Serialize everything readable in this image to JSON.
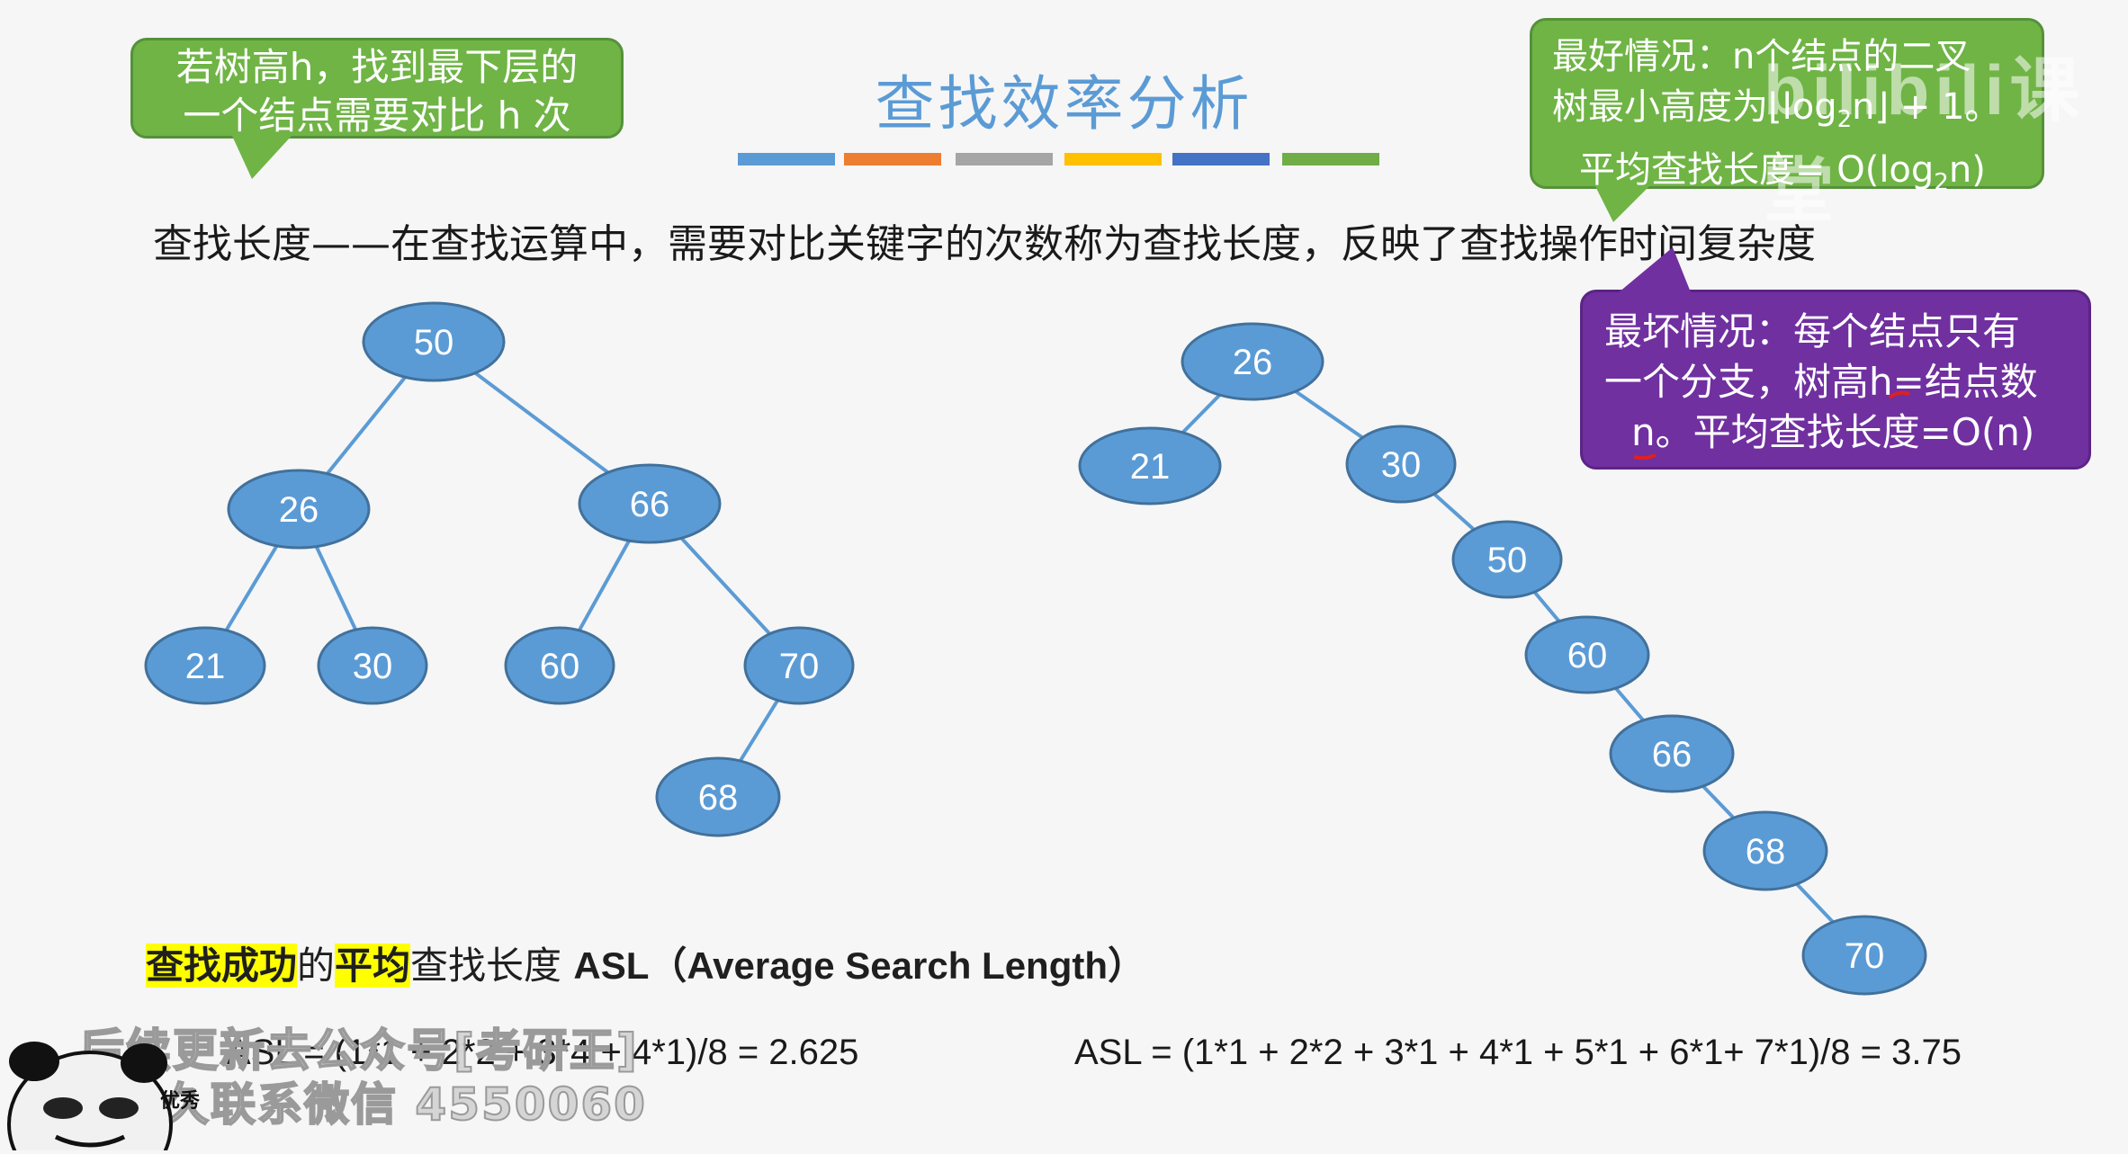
{
  "title": "查找效率分析",
  "color_bar_colors": [
    "#5b9bd5",
    "#ed7d31",
    "#a5a5a5",
    "#ffc000",
    "#4472c4",
    "#70ad47"
  ],
  "definition": "查找长度——在查找运算中，需要对比关键字的次数称为查找长度，反映了查找操作时间复杂度",
  "callout_height": {
    "line1": "若树高h，找到最下层的",
    "line2": "一个结点需要对比 h 次"
  },
  "callout_best": {
    "line1": "最好情况：n个结点的二叉",
    "line2_prefix": "树最小高度为",
    "line2_floor": "⌊log",
    "line2_sub": "2",
    "line2_suffix": "n⌋ + 1。",
    "line3_prefix": "平均查找长度= O(log",
    "line3_sub": "2",
    "line3_suffix": "n)"
  },
  "callout_worst": {
    "line1": "最坏情况：每个结点只有",
    "line2": "一个分支，树高h=结点数",
    "line3": "n。平均查找长度=O(n)"
  },
  "watermark": "bilibili课堂",
  "tree_left_nodes": [
    "50",
    "26",
    "66",
    "21",
    "30",
    "60",
    "70",
    "68"
  ],
  "tree_right_nodes": [
    "26",
    "21",
    "30",
    "50",
    "60",
    "66",
    "68",
    "70"
  ],
  "asl_heading": {
    "part1": "查找成功",
    "part2": "的",
    "part3": "平均",
    "part4": "查找长度 ",
    "part5": "ASL（Average Search Length）"
  },
  "asl_left": "ASL = (1*1 + 2*2 + 3*4 + 4*1)/8 = 2.625",
  "asl_right": "ASL = (1*1 + 2*2 + 3*1 + 4*1 + 5*1 + 6*1+  7*1)/8 = 3.75",
  "promo_line1": "后续更新去公众号[考研王]",
  "promo_line2": "永久联系微信 4550060",
  "panda_label": "优秀"
}
